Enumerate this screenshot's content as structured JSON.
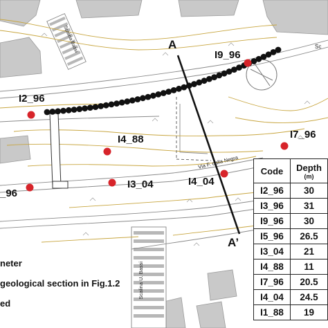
{
  "map": {
    "section_line": {
      "start_label": "A",
      "end_label": "A’"
    },
    "roads": [
      {
        "name": "Scalina Bassi"
      },
      {
        "name": "Via F. dalla Negra"
      },
      {
        "name": "Scalina U. Bassi"
      }
    ],
    "corner_text": "Sc",
    "wells": [
      {
        "label": "I2_96"
      },
      {
        "label": "I9_96"
      },
      {
        "label": "I4_88"
      },
      {
        "label": "I7_96"
      },
      {
        "label": "I3_04"
      },
      {
        "label": "I4_04"
      },
      {
        "label": "_96"
      }
    ],
    "colors": {
      "well": "#d7242a",
      "inclinometer_dot": "#111111",
      "contour": "#c8a640",
      "line": "#111111"
    }
  },
  "legend": {
    "line1": "neter",
    "line2": "geological section in Fig.1.2",
    "line3": "ed"
  },
  "table": {
    "headers": {
      "code": "Code",
      "depth": "Depth",
      "unit": "(m)"
    },
    "rows": [
      {
        "code": "I2_96",
        "depth": "30"
      },
      {
        "code": "I3_96",
        "depth": "31"
      },
      {
        "code": "I9_96",
        "depth": "30"
      },
      {
        "code": "I5_96",
        "depth": "26.5"
      },
      {
        "code": "I3_04",
        "depth": "21"
      },
      {
        "code": "I4_88",
        "depth": "11"
      },
      {
        "code": "I7_96",
        "depth": "20.5"
      },
      {
        "code": "I4_04",
        "depth": "24.5"
      },
      {
        "code": "I1_88",
        "depth": "19"
      }
    ]
  }
}
